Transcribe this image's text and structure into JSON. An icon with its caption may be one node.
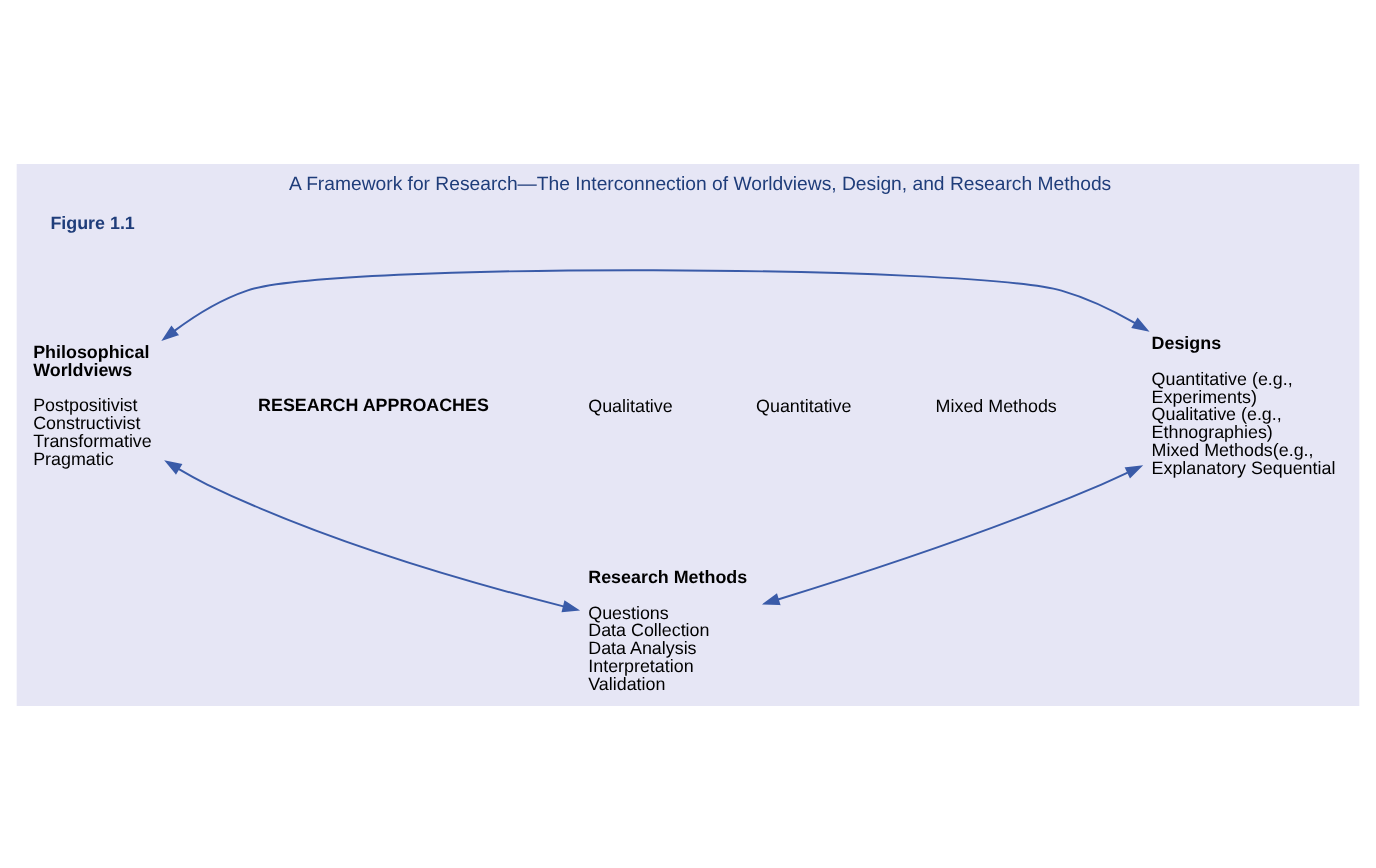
{
  "diagram": {
    "title": "A Framework for Research—The Interconnection of Worldviews, Design, and Research Methods",
    "nodes": [
      {
        "text": [
          "Philosophical Worldviews",
          "Postpositivist",
          "Constructivist",
          "Transformative",
          "Pragmatic"
        ]
      },
      {
        "text": [
          "Designs",
          "Quantitative (e.g., Experiments)",
          "Qualitative (e.g., Ethnographies)",
          "Mixed Methods(e.g., Explanatory Sequential"
        ]
      },
      {
        "text": [
          "Research Methods",
          "Questions",
          "Data Collection",
          "Data Analysis",
          "Interpretation",
          "Validation"
        ]
      }
    ],
    "edges": [
      {
        "from": 0,
        "to": 1,
        "arrow": "both"
      },
      {
        "from": 0,
        "to": 2,
        "arrow": "both"
      },
      {
        "from": 1,
        "to": 2,
        "arrow": "both"
      }
    ],
    "labels": [
      "Figure 1.1",
      "RESEARCH APPROACHES",
      "Qualitative",
      "Quantitative",
      "Mixed Methods"
    ]
  }
}
